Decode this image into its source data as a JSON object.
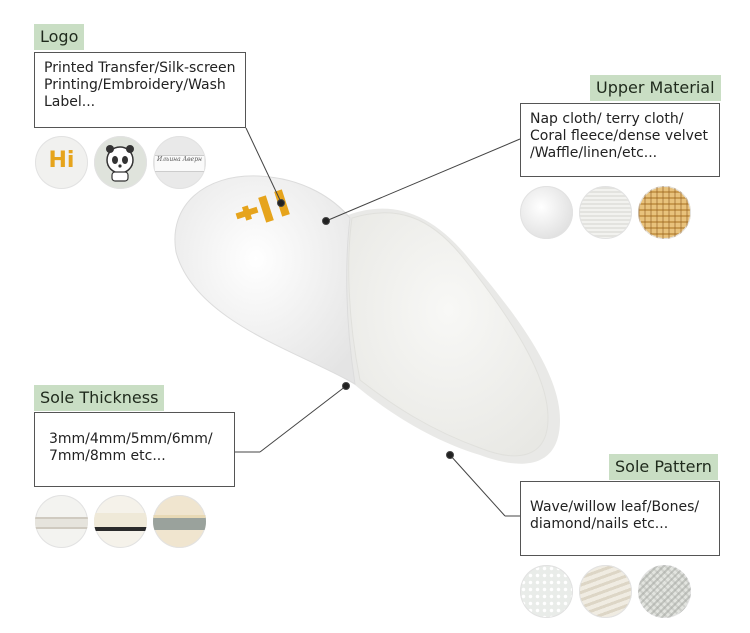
{
  "logo": {
    "label": "Logo",
    "lines": [
      "Printed Transfer/Silk-screen",
      "Printing/Embroidery/Wash",
      "Label..."
    ],
    "swatch_text": "Hi",
    "swatch_label_text": "Ильина Аверн"
  },
  "upper": {
    "label": "Upper Material",
    "lines": [
      "Nap cloth/ terry cloth/",
      "Coral fleece/dense velvet",
      "/Waffle/linen/etc..."
    ]
  },
  "sole_thickness": {
    "label": "Sole Thickness",
    "lines": [
      "3mm/4mm/5mm/6mm/",
      "7mm/8mm etc..."
    ]
  },
  "sole_pattern": {
    "label": "Sole Pattern",
    "lines": [
      "Wave/willow leaf/Bones/",
      "diamond/nails etc..."
    ]
  },
  "colors": {
    "label_bg": "#c9dec4",
    "logo_yellow": "#e6a41c"
  }
}
